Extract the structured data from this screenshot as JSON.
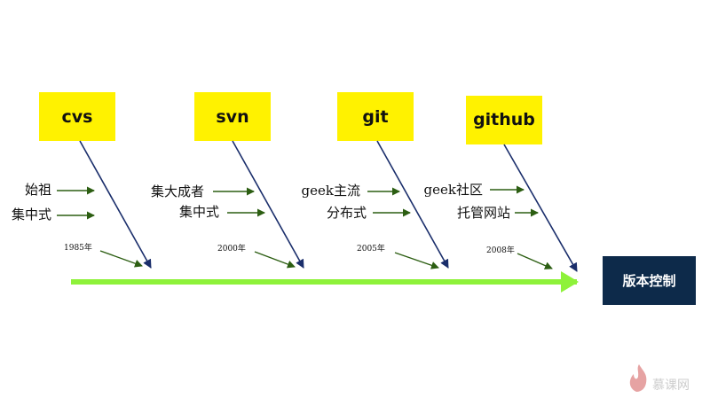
{
  "head": {
    "label": "版本控制",
    "color": "#0d2a4a"
  },
  "colors": {
    "spine": "#8ef23a",
    "box": "#fff200",
    "branch": "#1a2e6b",
    "small_arrow": "#2c5e12"
  },
  "branches": [
    {
      "label": "cvs",
      "year": "1985年",
      "factors": [
        "始祖",
        "集中式"
      ]
    },
    {
      "label": "svn",
      "year": "2000年",
      "factors": [
        "集大成者",
        "集中式"
      ]
    },
    {
      "label": "git",
      "year": "2005年",
      "factors": [
        "geek主流",
        "分布式"
      ]
    },
    {
      "label": "github",
      "year": "2008年",
      "factors": [
        "geek社区",
        "托管网站"
      ]
    }
  ],
  "watermark": {
    "text": "慕课网",
    "icon": "flame-icon"
  }
}
